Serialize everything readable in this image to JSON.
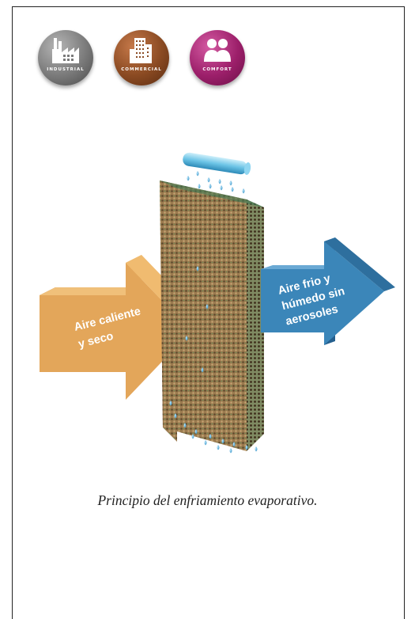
{
  "badges": [
    {
      "label": "INDUSTRIAL",
      "icon": "factory-icon",
      "color": "#7a7a7a"
    },
    {
      "label": "COMMERCIAL",
      "icon": "building-icon",
      "color": "#8a4a22"
    },
    {
      "label": "COMFORT",
      "icon": "people-icon",
      "color": "#9c1f6a"
    }
  ],
  "diagram": {
    "inlet_label_lines": [
      "Aire caliente",
      "y seco"
    ],
    "outlet_label_lines": [
      "Aire frio y",
      "húmedo sin",
      "aerosoles"
    ],
    "colors": {
      "hot_arrow": "#e3a65a",
      "cool_arrow": "#3b86b9",
      "pad": "#9a7a4e",
      "water": "#4fb3de"
    }
  },
  "caption": "Principio del enfriamiento evaporativo."
}
